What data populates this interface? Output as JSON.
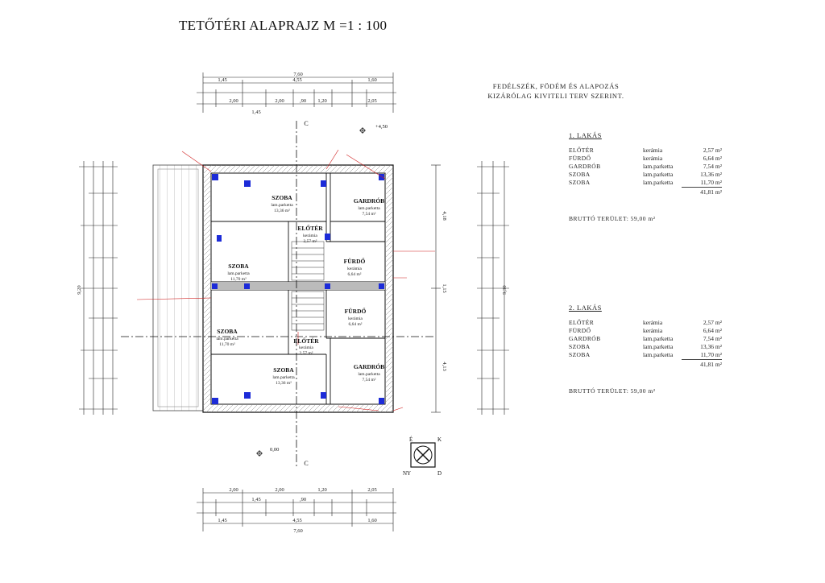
{
  "title": "TETŐTÉRI ALAPRAJZ M =1 : 100",
  "note": [
    "FEDÉLSZÉK, FÖDÉM ÉS ALAPOZÁS",
    "KIZÁRÓLAG KIVITELI TERV SZERINT."
  ],
  "apartments": [
    {
      "heading": "1. LAKÁS",
      "rooms": [
        {
          "name": "ELŐTÉR",
          "floor": "kerámia",
          "area": "2,57 m²"
        },
        {
          "name": "FÜRDŐ",
          "floor": "kerámia",
          "area": "6,64 m²"
        },
        {
          "name": "GARDRÓB",
          "floor": "lam.parketta",
          "area": "7,54 m²"
        },
        {
          "name": "SZOBA",
          "floor": "lam.parketta",
          "area": "13,36 m²"
        },
        {
          "name": "SZOBA",
          "floor": "lam.parketta",
          "area": "11,70 m²"
        }
      ],
      "total": "41,81 m²",
      "gross": "BRUTTÓ TERÜLET: 59,00 m²"
    },
    {
      "heading": "2. LAKÁS",
      "rooms": [
        {
          "name": "ELŐTÉR",
          "floor": "kerámia",
          "area": "2,57 m²"
        },
        {
          "name": "FÜRDŐ",
          "floor": "kerámia",
          "area": "6,64 m²"
        },
        {
          "name": "GARDRÓB",
          "floor": "lam.parketta",
          "area": "7,54 m²"
        },
        {
          "name": "SZOBA",
          "floor": "lam.parketta",
          "area": "13,36 m²"
        },
        {
          "name": "SZOBA",
          "floor": "lam.parketta",
          "area": "11,70 m²"
        }
      ],
      "total": "41,81 m²",
      "gross": "BRUTTÓ TERÜLET: 59,00 m²"
    }
  ],
  "plan": {
    "top_overall": "7,60",
    "top_chain1": [
      "1,45",
      "4,55",
      "1,60"
    ],
    "top_chain2": [
      "2,00",
      "1,45",
      "2,00",
      ",90",
      "1,20",
      "2,05"
    ],
    "bottom_overall": "7,60",
    "bottom_chain1": [
      "1,45",
      "4,55",
      "1,60"
    ],
    "bottom_chain2": [
      "2,00",
      "1,45",
      "2,00",
      ",90",
      "1,20",
      "2,05"
    ],
    "left_overall": "9,20",
    "right_overall": "9,30",
    "right_labels": [
      "4,18",
      "1,15",
      "4,13"
    ],
    "section_mark": "C",
    "elevation_top": "+4,50",
    "elevation_bottom": "0,00",
    "room_labels": [
      {
        "name": "SZOBA",
        "floor": "lam.parketta",
        "area": "13,36 m²"
      },
      {
        "name": "GARDRÓB",
        "floor": "lam.parketta",
        "area": "7,54 m²"
      },
      {
        "name": "SZOBA",
        "floor": "lam.parketta",
        "area": "11,70 m²"
      },
      {
        "name": "FÜRDŐ",
        "floor": "kerámia",
        "area": "6,64 m²"
      },
      {
        "name": "ELŐTÉR",
        "floor": "kerámia",
        "area": "2,57 m²"
      },
      {
        "name": "FÜRDŐ",
        "floor": "kerámia",
        "area": "6,64 m²"
      },
      {
        "name": "SZOBA",
        "floor": "lam.parketta",
        "area": "11,70 m²"
      },
      {
        "name": "ELŐTÉR",
        "floor": "kerámia",
        "area": "2,57 m²"
      },
      {
        "name": "GARDRÓB",
        "floor": "lam.parketta",
        "area": "7,54 m²"
      },
      {
        "name": "SZOBA",
        "floor": "lam.parketta",
        "area": "13,36 m²"
      }
    ],
    "compass": {
      "n": "É",
      "e": "K",
      "s": "D",
      "w": "NY"
    }
  }
}
